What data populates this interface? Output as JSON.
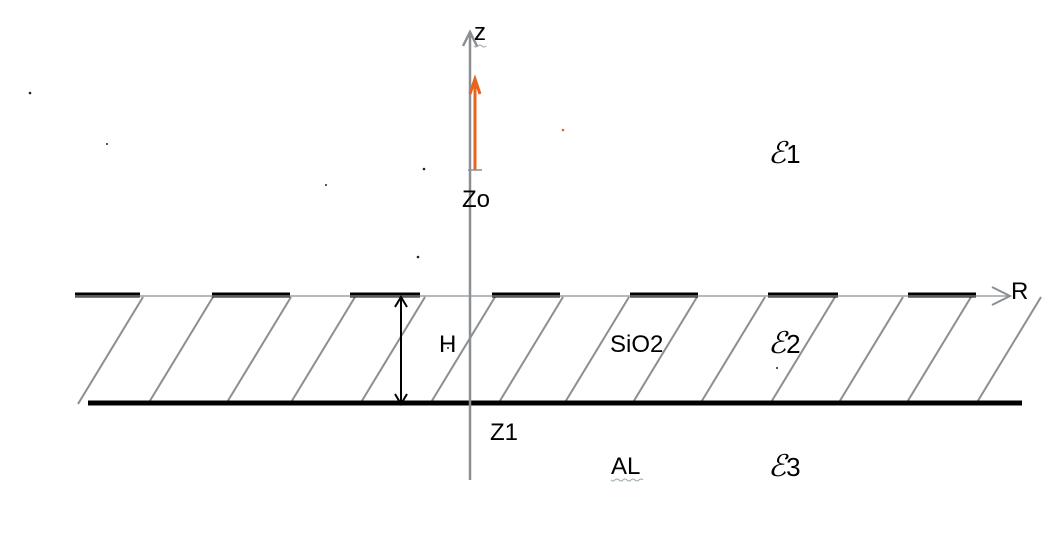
{
  "axes": {
    "z_label": "z",
    "r_label": "R"
  },
  "labels": {
    "zo": "Zo",
    "h": "H",
    "sio2": "SiO2",
    "z1": "Z1",
    "al": "AL"
  },
  "media": {
    "eps1": {
      "symbol": "ℰ",
      "index": "1"
    },
    "eps2": {
      "symbol": "ℰ",
      "index": "2"
    },
    "eps3": {
      "symbol": "ℰ",
      "index": "3"
    }
  },
  "colors": {
    "axis": "#8a8f93",
    "dipole": "#e8641e",
    "conductor": "#000000",
    "hatch": "#8a8f93"
  }
}
